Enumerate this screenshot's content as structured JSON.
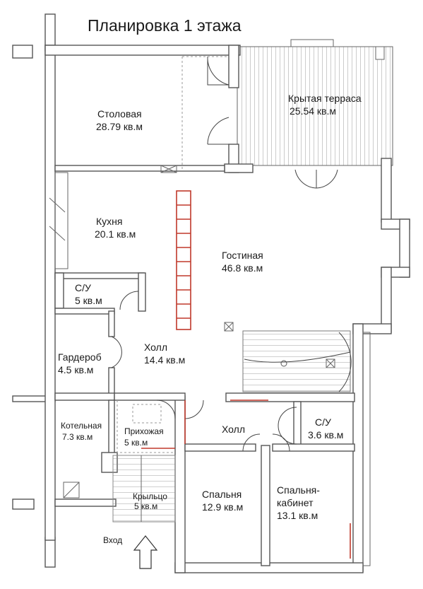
{
  "title": "Планировка 1 этажа",
  "rooms": {
    "dining": {
      "name": "Столовая",
      "area": "28.79 кв.м"
    },
    "terrace": {
      "name": "Крытая терраса",
      "area": "25.54 кв.м"
    },
    "kitchen": {
      "name": "Кухня",
      "area": "20.1 кв.м"
    },
    "living": {
      "name": "Гостиная",
      "area": "46.8 кв.м"
    },
    "wc1": {
      "name": "С/У",
      "area": "5 кв.м"
    },
    "hall1": {
      "name": "Холл",
      "area": "14.4 кв.м"
    },
    "wardrobe": {
      "name": "Гардероб",
      "area": "4.5 кв.м"
    },
    "boiler": {
      "name": "Котельная",
      "area": "7.3 кв.м"
    },
    "entryhall": {
      "name": "Прихожая",
      "area": "5 кв.м"
    },
    "hall2": {
      "name": "Холл"
    },
    "wc2": {
      "name": "С/У",
      "area": "3.6 кв.м"
    },
    "bedroom": {
      "name": "Спальня",
      "area": "12.9 кв.м"
    },
    "study": {
      "name": "Спальня-",
      "name2": "кабинет",
      "area": "13.1 кв.м"
    },
    "porch": {
      "name": "Крыльцо",
      "area": "5 кв.м"
    }
  },
  "entrance": "Вход",
  "colors": {
    "wall": "#555555",
    "terrace_hatch": "#9a9a9a",
    "fireplace": "#c0392b"
  }
}
